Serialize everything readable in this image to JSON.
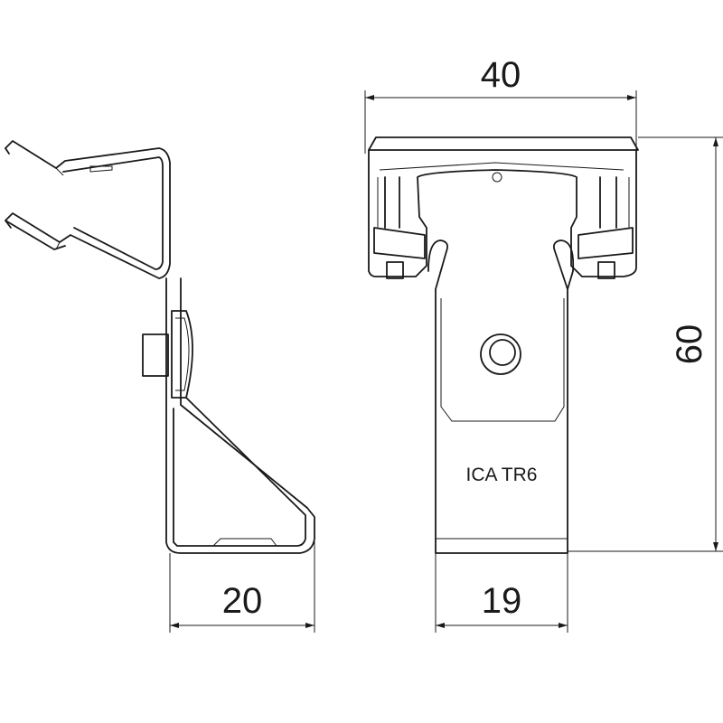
{
  "dimensions": {
    "side_width": "20",
    "front_width": "40",
    "front_height": "60",
    "front_base_width": "19"
  },
  "part_label": "ICA TR6",
  "colors": {
    "line": "#1a1a1a",
    "background": "#ffffff"
  }
}
